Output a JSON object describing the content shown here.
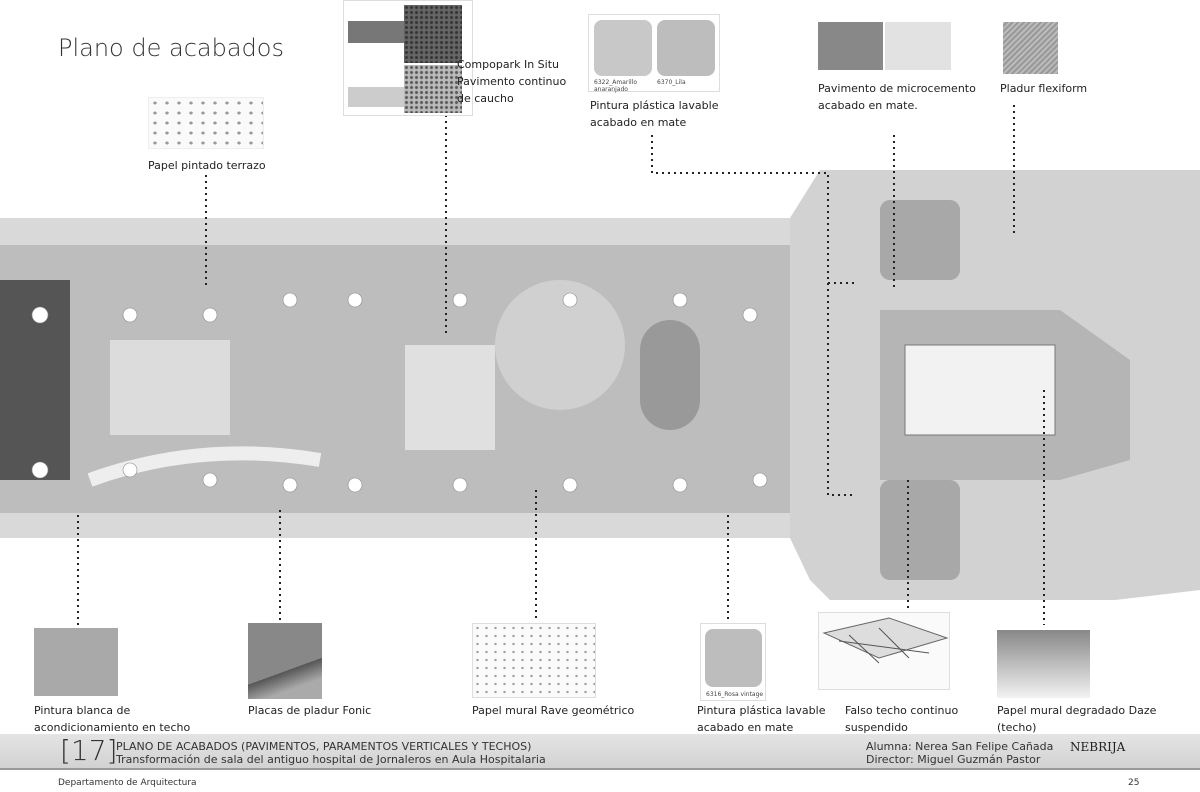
{
  "title": "Plano de acabados",
  "materials": {
    "terrazo": "Papel pintado terrazo",
    "compopark": [
      "Compopark In Situ",
      "Pavimento continuo",
      "de caucho"
    ],
    "pintura_top": {
      "swatches": [
        "6322_Amarillo anaranjado",
        "6370_Lila"
      ],
      "lines": [
        "Pintura plástica lavable",
        "acabado en mate"
      ]
    },
    "microcemento": [
      "Pavimento de microcemento",
      "acabado en mate."
    ],
    "flexiform": "Pladur flexiform",
    "pintura_blanca": [
      "Pintura blanca de",
      "acondicionamiento en techo"
    ],
    "fonic": "Placas de pladur Fonic",
    "rave": "Papel mural Rave geométrico",
    "pintura_bottom": {
      "swatch": "6316_Rosa vintage",
      "lines": [
        "Pintura plástica lavable",
        "acabado en mate"
      ]
    },
    "falso_techo": [
      "Falso techo continuo",
      "suspendido"
    ],
    "daze": [
      "Papel mural degradado Daze",
      "(techo)"
    ]
  },
  "footer": {
    "number": "[17]",
    "line1": "PLANO DE ACABADOS (PAVIMENTOS, PARAMENTOS VERTICALES Y TECHOS)",
    "line2": "Transformación de sala del antiguo hospital de Jornaleros en Aula Hospitalaria",
    "alumna": "Alumna: Nerea San Felipe Cañada",
    "director": "Director: Miguel Guzmán Pastor",
    "logo": "NEBRIJA",
    "department": "Departamento de Arquitectura",
    "page": "25"
  }
}
